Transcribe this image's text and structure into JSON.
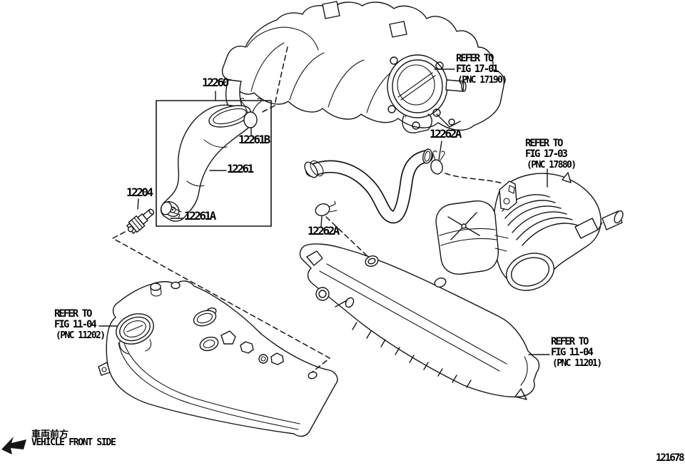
{
  "colors": {
    "ink": "#151515",
    "background": "#ffffff"
  },
  "labels": {
    "hose_assembly": "12260",
    "hose": "12261",
    "clamp_a": "12261A",
    "clamp_b": "12261B",
    "ventilation_valve": "12204",
    "hose_no2_clamp_upper": "12262A",
    "hose_no2_clamp_lower": "12262A"
  },
  "references": {
    "fig17_01": {
      "line1": "REFER TO",
      "line2": "FIG 17-01",
      "line3": "(PNC 17190)"
    },
    "fig17_03": {
      "line1": "REFER TO",
      "line2": "FIG 17-03",
      "line3": "(PNC 17880)"
    },
    "fig11_04_left": {
      "line1": "REFER TO",
      "line2": "FIG 11-04",
      "line3": "(PNC 11202)"
    },
    "fig11_04_right": {
      "line1": "REFER TO",
      "line2": "FIG 11-04",
      "line3": "(PNC 11201)"
    }
  },
  "footer": {
    "vehicle_front_jp": "車両前方",
    "vehicle_front_en": "VEHICLE FRONT SIDE"
  },
  "figure_number": "121678"
}
